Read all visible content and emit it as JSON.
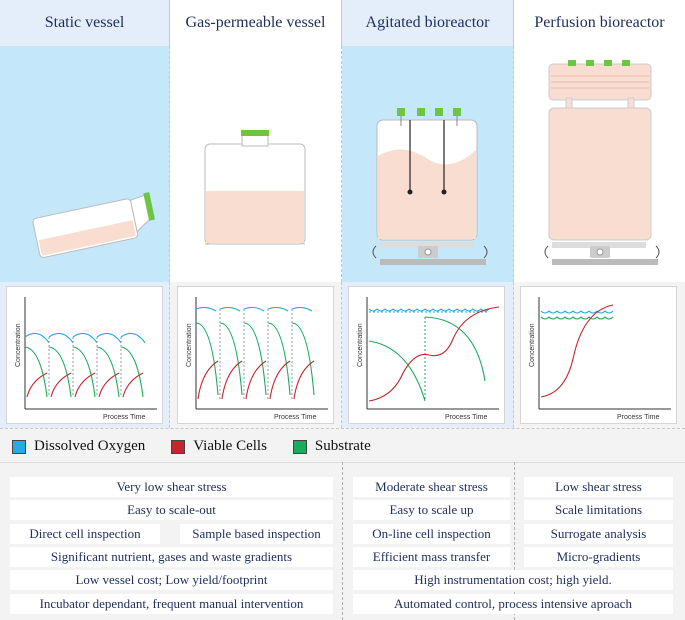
{
  "headers": [
    "Static vessel",
    "Gas-permeable vessel",
    "Agitated bioreactor",
    "Perfusion bioreactor"
  ],
  "axes": {
    "x": "Process Time",
    "y": "Concentration"
  },
  "legend": [
    {
      "label": "Dissolved Oxygen",
      "color": "#29a9e1"
    },
    {
      "label": "Viable Cells",
      "color": "#c0282d"
    },
    {
      "label": "Substrate",
      "color": "#1bab5c"
    }
  ],
  "rows": {
    "r1": {
      "left": "Very low shear stress",
      "mid": "Moderate shear stress",
      "right": "Low shear stress"
    },
    "r2": {
      "left": "Easy to scale-out",
      "mid": "Easy to scale up",
      "right": "Scale limitations"
    },
    "r3": {
      "left_a": "Direct cell inspection",
      "left_b": "Sample based inspection",
      "mid": "On-line cell inspection",
      "right": "Surrogate analysis"
    },
    "r4": {
      "left": "Significant nutrient, gases and waste gradients",
      "mid": "Efficient mass transfer",
      "right": "Micro-gradients"
    },
    "r5": {
      "left": "Low vessel cost; Low yield/footprint",
      "right": "High instrumentation cost; high yield."
    },
    "r6": {
      "left": "Incubator dependant, frequent manual intervention",
      "right": "Automated control, process intensive aproach"
    }
  },
  "colors": {
    "header_text": "#1d2d5c",
    "blue_bg": "#c4e7fa",
    "fluid": "#f8ddd0",
    "cap": "#6cc644",
    "oxygen": "#29a9e1",
    "cells": "#c0282d",
    "substrate": "#1bab5c"
  },
  "icons": [
    "stirrer-icon",
    "rotation-arrow-icon",
    "gas-cap-icon"
  ]
}
